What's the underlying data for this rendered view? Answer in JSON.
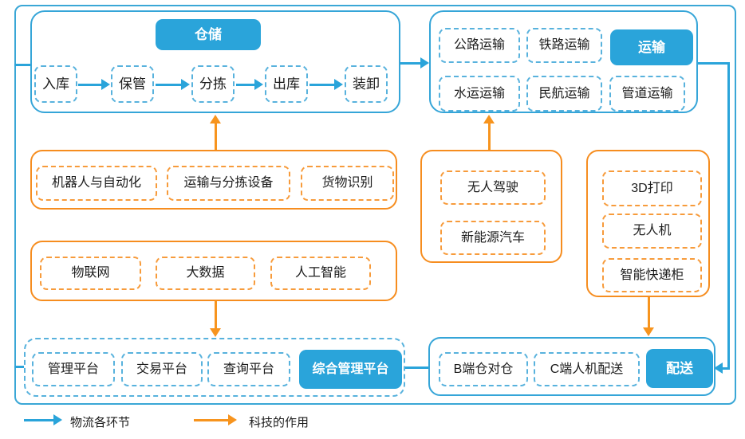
{
  "colors": {
    "blue": "#2aa4da",
    "orange": "#f7941e"
  },
  "warehouse": {
    "title": "仓储",
    "steps": [
      "入库",
      "保管",
      "分拣",
      "出库",
      "装卸"
    ]
  },
  "transport": {
    "title": "运输",
    "modes_row1": [
      "公路运输",
      "铁路运输"
    ],
    "modes_row2": [
      "水运运输",
      "民航运输",
      "管道运输"
    ]
  },
  "warehouse_tech": {
    "items": [
      "机器人与自动化",
      "运输与分拣设备",
      "货物识别"
    ]
  },
  "transport_tech": {
    "items": [
      "无人驾驶",
      "新能源汽车"
    ]
  },
  "delivery_tech": {
    "items": [
      "3D打印",
      "无人机",
      "智能快递柜"
    ]
  },
  "platform_tech": {
    "items": [
      "物联网",
      "大数据",
      "人工智能"
    ]
  },
  "platform": {
    "title": "综合管理平台",
    "items": [
      "管理平台",
      "交易平台",
      "查询平台"
    ]
  },
  "delivery": {
    "title": "配送",
    "items": [
      "B端仓对仓",
      "C端人机配送"
    ]
  },
  "legend": {
    "flow_label": "物流各环节",
    "tech_label": "科技的作用"
  }
}
